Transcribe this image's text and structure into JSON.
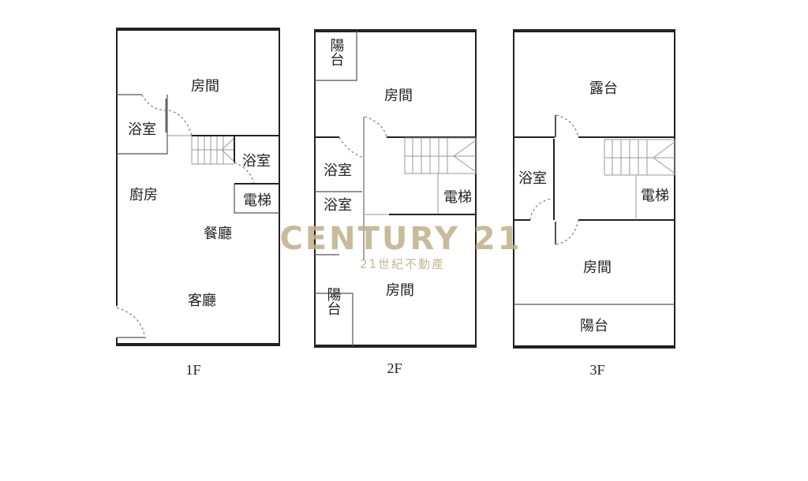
{
  "floors": [
    {
      "label": "1F",
      "rooms": {
        "bedroom": "房間",
        "bathroom_left": "浴室",
        "bathroom_right": "浴室",
        "elevator": "電梯",
        "kitchen": "廚房",
        "dining": "餐廳",
        "living": "客廳"
      }
    },
    {
      "label": "2F",
      "rooms": {
        "balcony_top": "陽台",
        "bedroom_top": "房間",
        "bathroom_1": "浴室",
        "bathroom_2": "浴室",
        "elevator": "電梯",
        "bedroom_bottom": "房間",
        "balcony_bottom": "陽台"
      }
    },
    {
      "label": "3F",
      "rooms": {
        "terrace": "露台",
        "bathroom": "浴室",
        "elevator": "電梯",
        "bedroom": "房間",
        "balcony": "陽台"
      }
    }
  ],
  "watermark": {
    "brand": "CENTURY 21",
    "subtitle": "21世紀不動產",
    "color": "#bfb088"
  }
}
